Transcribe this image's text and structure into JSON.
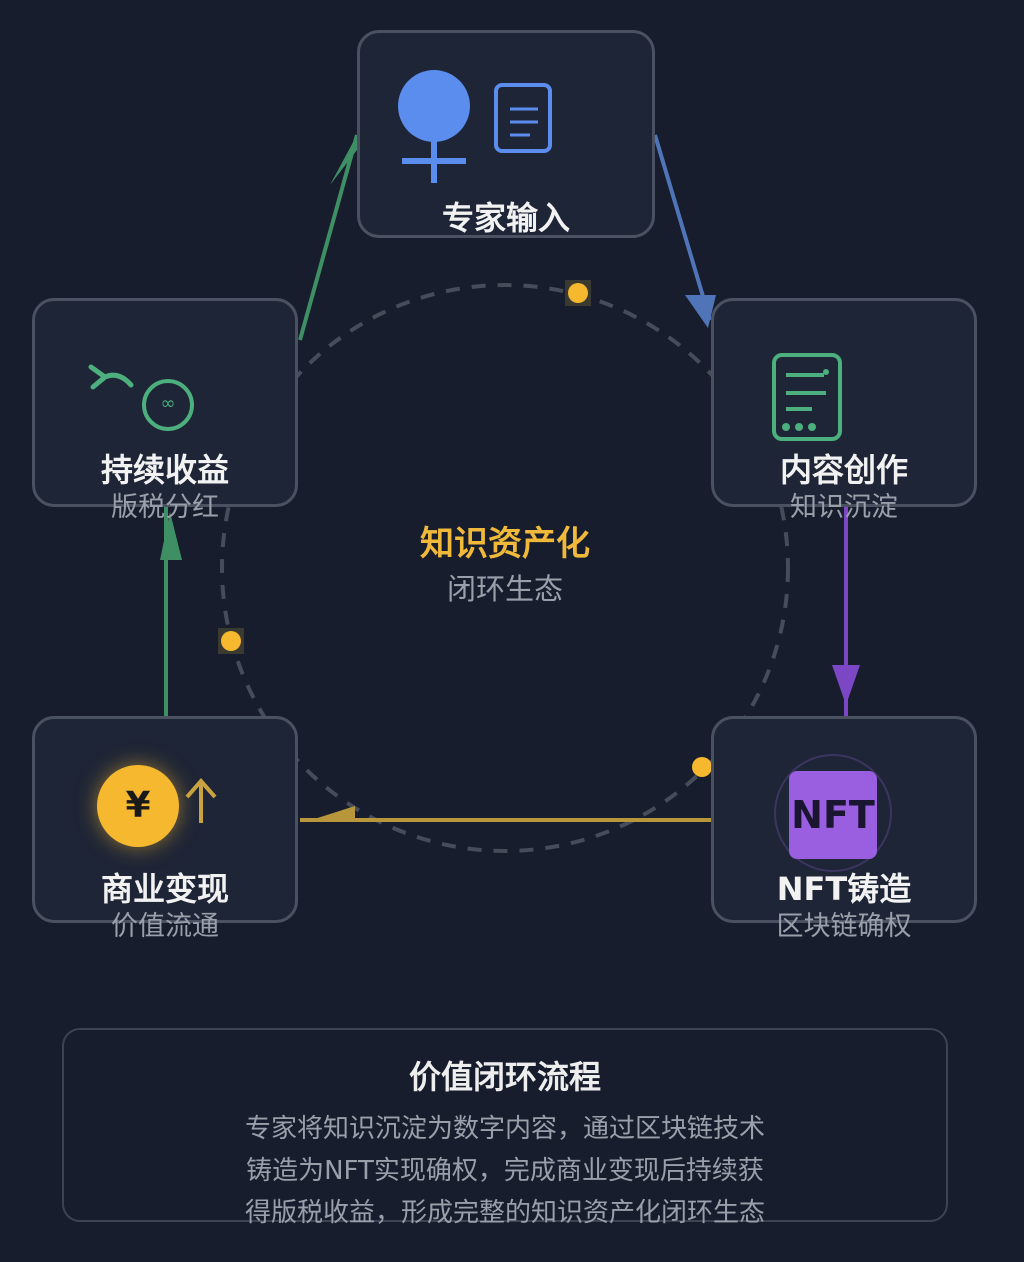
{
  "center": {
    "title": "知识资产化",
    "subtitle": "闭环生态"
  },
  "nodes": [
    {
      "title": "专家输入",
      "subtitle": ""
    },
    {
      "title": "内容创作",
      "subtitle": "知识沉淀"
    },
    {
      "title": "NFT铸造",
      "subtitle": "区块链确权",
      "badge": "NFT"
    },
    {
      "title": "商业变现",
      "subtitle": "价值流通",
      "coin": "¥"
    },
    {
      "title": "持续收益",
      "subtitle": "版税分红",
      "infinity": "∞"
    }
  ],
  "info": {
    "title": "价值闭环流程",
    "lines": [
      "专家将知识沉淀为数字内容，通过区块链技术",
      "铸造为NFT实现确权，完成商业变现后持续获",
      "得版税收益，形成完整的知识资产化闭环生态"
    ]
  },
  "colors": {
    "blue": "#5b8def",
    "green": "#4caf7d",
    "purple": "#8e4fd0",
    "gold": "#c9a33f",
    "coin": "#f5b82e"
  }
}
